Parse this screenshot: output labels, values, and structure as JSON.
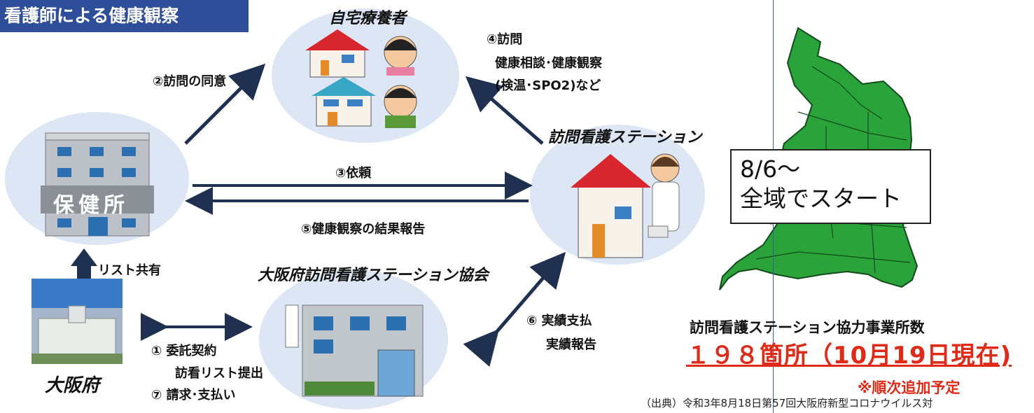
{
  "header": {
    "title": "看護師による健康観察"
  },
  "nodes": {
    "home": {
      "label": "自宅療養者"
    },
    "station": {
      "label": "訪問看護ステーション"
    },
    "health_center": {
      "label": "保健所"
    },
    "association": {
      "label": "大阪府訪問看護ステーション協会"
    },
    "prefecture": {
      "label": "大阪府"
    }
  },
  "edges": {
    "consent": "②訪問の同意",
    "visit": {
      "line1": "④訪問",
      "line2": "健康相談･健康観察",
      "line3": "(検温･SPO2)など"
    },
    "request": "③依頼",
    "report": "⑤健康観察の結果報告",
    "list_share": "リスト共有",
    "contract": {
      "line1": "① 委託契約",
      "line2": "訪看リスト提出",
      "line3": "⑦ 請求･支払い"
    },
    "payment": {
      "line1": "⑥ 実績支払",
      "line2": "実績報告"
    }
  },
  "map_panel": {
    "start_line1": "8/6～",
    "start_line2": "全域でスタート",
    "count_title": "訪問看護ステーション協力事業所数",
    "count_value": "１９８箇所（10月19日現在)",
    "note": "※順次追加予定",
    "source": "（出典）令和3年8月18日第57回大阪府新型コロナウイルス対"
  },
  "colors": {
    "banner": "#2f4e9a",
    "circle": "#dde6f4",
    "arrow": "#1f3050",
    "map_green": "#2aa33b",
    "highlight_red": "#e02a18"
  }
}
